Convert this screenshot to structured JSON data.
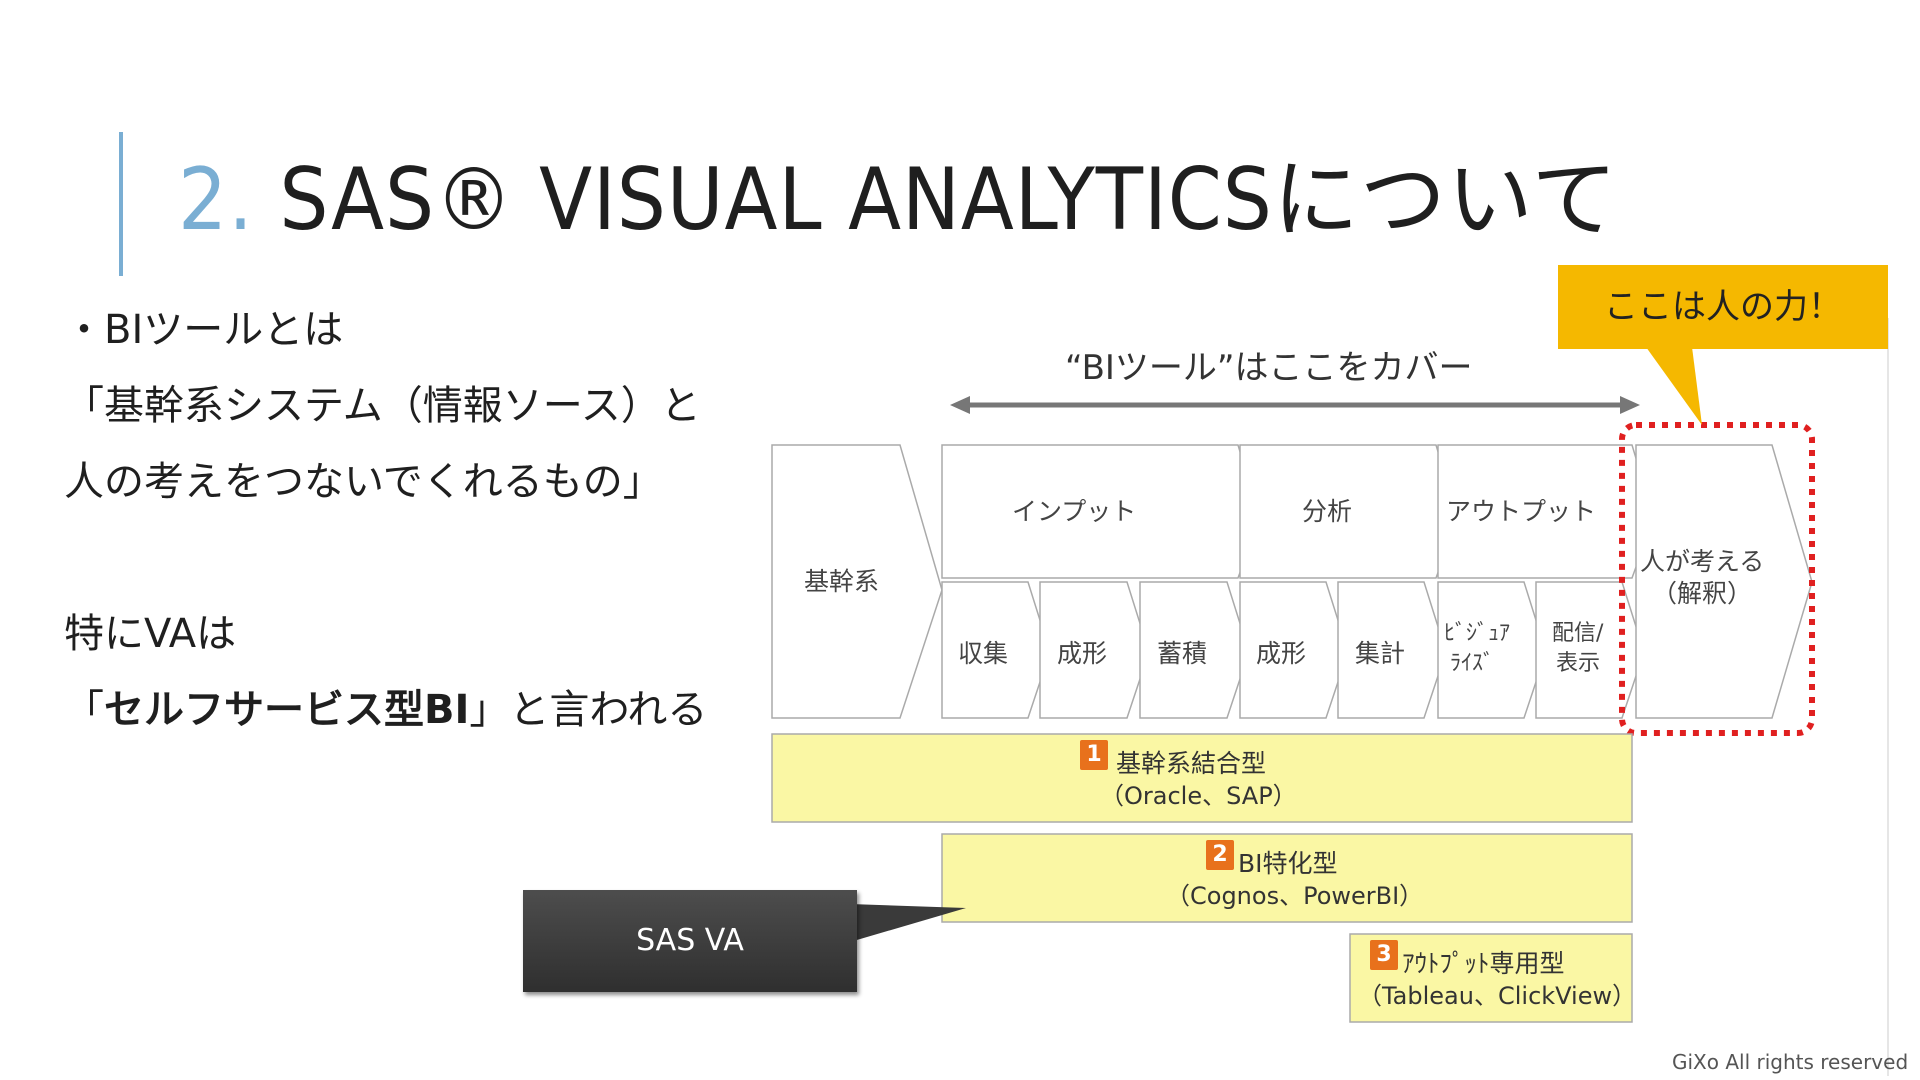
{
  "title": {
    "number": "2.",
    "text": " SAS® VISUAL ANALYTICSについて"
  },
  "bullets": {
    "line1": "・BIツールとは",
    "line2": "「基幹系システム（情報ソース）と",
    "line3": "人の考えをつないでくれるもの」",
    "line4": "特にVAは",
    "line5_open": "「",
    "line5_bold": "セルフサービス型BI",
    "line5_rest": "」と言われる"
  },
  "diagram": {
    "header": "“BIツール”はここをカバー",
    "core": "基幹系",
    "input": "インプット",
    "analysis": "分析",
    "output": "アウトプット",
    "human_line1": "人が考える",
    "human_line2": "（解釈）",
    "steps": {
      "collect": "収集",
      "shape1": "成形",
      "store": "蓄積",
      "shape2": "成形",
      "aggregate": "集計",
      "visualize_line1": "ﾋﾞｼﾞｭｱ",
      "visualize_line2": "ﾗｲｽﾞ",
      "deliver_line1": "配信/",
      "deliver_line2": "表示"
    },
    "tiers": [
      {
        "badge": "1",
        "label": "基幹系結合型",
        "sub": "（Oracle、SAP）"
      },
      {
        "badge": "2",
        "label": "BI特化型",
        "sub": "（Cognos、PowerBI）"
      },
      {
        "badge": "3",
        "label": "ｱｳﾄﾌﾟｯﾄ専用型",
        "sub": "（Tableau、ClickView）"
      }
    ]
  },
  "callouts": {
    "human": "ここは人の力！",
    "sasva": "SAS VA"
  },
  "copyright": "GiXo All rights reserved",
  "colors": {
    "accent": "#7aaed3",
    "tier_fill": "#faf7a4",
    "callout_yellow": "#f5b800",
    "highlight_red": "#e02020",
    "badge_orange": "#e8711c"
  }
}
